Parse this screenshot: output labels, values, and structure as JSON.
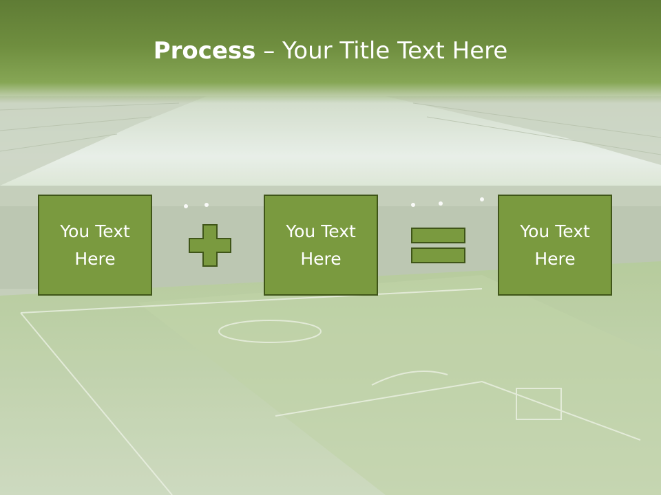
{
  "slide": {
    "title_bold": "Process",
    "title_rest": " – Your Title Text Here",
    "boxes": [
      {
        "label": "You Text Here"
      },
      {
        "label": "You Text Here"
      },
      {
        "label": "You Text Here"
      }
    ],
    "operators": [
      "plus-icon",
      "equals-icon"
    ]
  },
  "colors": {
    "title_band": "#6f8e3f",
    "box_fill": "#7a9a3f",
    "box_border": "#3f5518",
    "text": "#ffffff"
  }
}
